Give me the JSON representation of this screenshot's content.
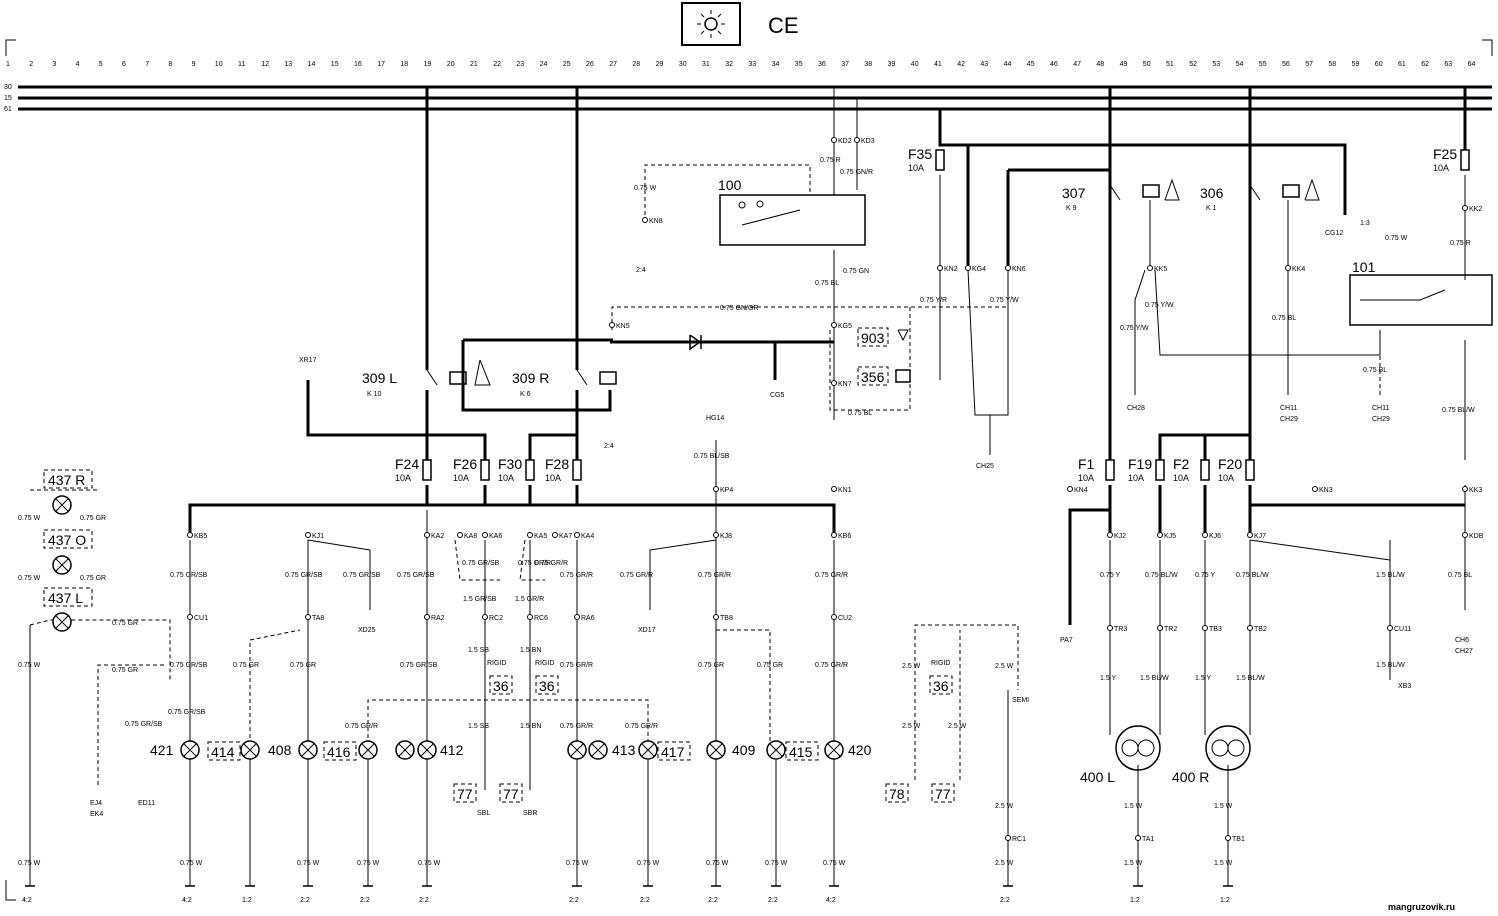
{
  "header": {
    "title": "CE",
    "icon": "lamp-icon"
  },
  "rails": [
    "30",
    "15",
    "61"
  ],
  "columns": [
    "1",
    "2",
    "3",
    "4",
    "5",
    "6",
    "7",
    "8",
    "9",
    "10",
    "11",
    "12",
    "13",
    "14",
    "15",
    "16",
    "17",
    "18",
    "19",
    "20",
    "21",
    "22",
    "23",
    "24",
    "25",
    "26",
    "27",
    "28",
    "29",
    "30",
    "31",
    "32",
    "33",
    "34",
    "35",
    "36",
    "37",
    "38",
    "39",
    "40",
    "41",
    "42",
    "43",
    "44",
    "45",
    "46",
    "47",
    "48",
    "49",
    "50",
    "51",
    "52",
    "53",
    "54",
    "55",
    "56",
    "57",
    "58",
    "59",
    "60",
    "61",
    "62",
    "63",
    "64"
  ],
  "fuses": [
    {
      "id": "F24",
      "rating": "10A"
    },
    {
      "id": "F26",
      "rating": "10A"
    },
    {
      "id": "F30",
      "rating": "10A"
    },
    {
      "id": "F28",
      "rating": "10A"
    },
    {
      "id": "F35",
      "rating": "10A"
    },
    {
      "id": "F1",
      "rating": "10A"
    },
    {
      "id": "F19",
      "rating": "10A"
    },
    {
      "id": "F2",
      "rating": "10A"
    },
    {
      "id": "F20",
      "rating": "10A"
    },
    {
      "id": "F25",
      "rating": "10A"
    }
  ],
  "relays": [
    {
      "id": "309 L",
      "sub": "K 10"
    },
    {
      "id": "309 R",
      "sub": "K 6"
    },
    {
      "id": "307",
      "sub": "K 9"
    },
    {
      "id": "306",
      "sub": "K 1"
    }
  ],
  "components": {
    "c100": "100",
    "c101": "101",
    "c903": "903",
    "c356": "356",
    "c437r": "437 R",
    "c437o": "437 O",
    "c437l": "437 L",
    "l421": "421",
    "l414": "414",
    "l408": "408",
    "l416": "416",
    "l412": "412",
    "l413": "413",
    "l417": "417",
    "l409": "409",
    "l415": "415",
    "l420": "420",
    "l400l": "400 L",
    "l400r": "400 R",
    "c36a": "36",
    "c36b": "36",
    "c36c": "36",
    "c77a": "77",
    "c77b": "77",
    "c77c": "77",
    "c78": "78"
  },
  "connectors": {
    "kd2": "KD2",
    "kd3": "KD3",
    "kn8": "KN8",
    "kn2": "KN2",
    "kg4": "KG4",
    "kn6": "KN6",
    "kn5": "KN5",
    "kg5": "KG5",
    "kn7": "KN7",
    "kk2": "KK2",
    "kk5": "KK5",
    "kk4": "KK4",
    "kk3": "KK3",
    "kdb": "KDB",
    "kn4": "KN4",
    "kn3": "KN3",
    "kn1": "KN1",
    "kp4": "KP4",
    "kb5": "KB5",
    "kj1": "KJ1",
    "ka2": "KA2",
    "ka8": "KA8",
    "ka6": "KA6",
    "ka5": "KA5",
    "ka7": "KA7",
    "ka4": "KA4",
    "kj8": "KJ8",
    "kb6": "KB6",
    "kj2": "KJ2",
    "kj5": "KJ5",
    "kj6": "KJ6",
    "kj7": "KJ7",
    "cu1": "CU1",
    "ta8": "TA8",
    "ra2": "RA2",
    "rc2": "RC2",
    "rc6": "RC6",
    "ra6": "RA6",
    "tb8": "TB8",
    "cu2": "CU2",
    "tr3": "TR3",
    "tr2": "TR2",
    "tb3": "TB3",
    "tb2": "TB2",
    "cu11": "CU11",
    "ta1": "TA1",
    "tb1": "TB1",
    "rc1": "RC1"
  },
  "refs": {
    "xr17": "XR17",
    "cg5": "CG5",
    "cg12": "CG12",
    "ch25": "CH25",
    "ch28": "CH28",
    "ch11a": "CH11",
    "ch29a": "CH29",
    "ch11b": "CH11",
    "ch29b": "CH29",
    "ch6": "CH6",
    "ch27": "CH27",
    "hg14": "HG14",
    "xd25": "XD25",
    "xd17": "XD17",
    "pa7": "PA7",
    "xb3": "XB3",
    "ej4": "EJ4",
    "ek4": "EK4",
    "ed11": "ED11",
    "s24": "2:4",
    "s24b": "2:4",
    "s13": "1:3",
    "sbl": "SBL",
    "sbr": "SBR",
    "semi": "SEMI",
    "rigid1": "RIGID",
    "rigid2": "RIGID",
    "rigid3": "RIGID"
  },
  "wires": {
    "w075w": "0.75 W",
    "w075r": "0.75 R",
    "w075gnr": "0.75 GN/R",
    "w075gn": "0.75 GN",
    "w075bl": "0.75 BL",
    "w075yr": "0.75 Y/R",
    "w075yw": "0.75 Y/W",
    "w075gngr": "0.75 GN/GR",
    "w075blsb": "0.75 BL/SB",
    "w075grsb": "0.75 GR/SB",
    "w075gr": "0.75 GR",
    "w075grr": "0.75 GR/R",
    "w15grsb": "1.5 GR/SB",
    "w15grr": "1.5 GR/R",
    "w15sb": "1.5 SB",
    "w15bn": "1.5 BN",
    "w075y": "0.75 Y",
    "w075blw": "0.75 BL/W",
    "w15blw": "1.5 BL/W",
    "w15y": "1.5 Y",
    "w15w": "1.5 W",
    "w25w": "2.5 W",
    "w075blw2": "0.75 BL/W",
    "w075bl2": "0.75 BL"
  },
  "grounds": [
    "4:2",
    "4:2",
    "1:2",
    "2:2",
    "2:2",
    "2:2",
    "2:2",
    "2:2",
    "2:2",
    "2:2",
    "4:2",
    "2:2",
    "1:2",
    "1:2"
  ],
  "watermark": "mangruzovik.ru"
}
